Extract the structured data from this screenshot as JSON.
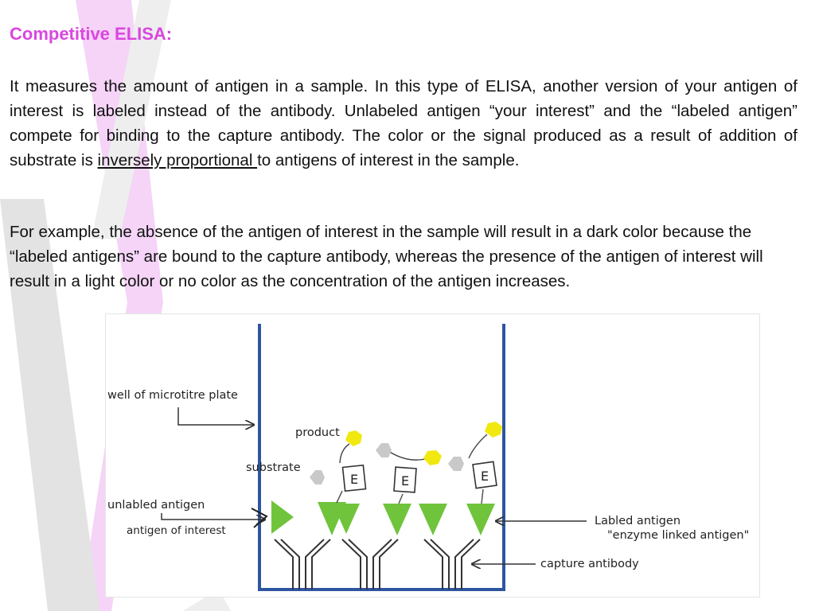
{
  "title": "Competitive ELISA:",
  "colors": {
    "title": "#d946e0",
    "stripe_pink": "#f5d4f7",
    "stripe_gray": "#e3e3e3",
    "well": "#2e55a0",
    "antigen": "#6fc43b",
    "product": "#f1e80f",
    "substrate": "#c9c9c9"
  },
  "paragraph1": {
    "before": "It measures the amount of antigen in a sample.  In this type of ELISA, another version of your antigen of interest is labeled instead of the antibody. Unlabeled antigen “your interest” and the “labeled antigen” compete for binding to the capture antibody. The color or the signal produced as a result of addition of substrate is ",
    "underlined": "inversely proportional ",
    "after": "to antigens of interest in the sample."
  },
  "paragraph2": "For example, the absence of the antigen of interest in the sample will result in a dark color because the “labeled antigens” are bound to the capture antibody, whereas the presence of the antigen of interest will result in a light color or no color as the concentration of the antigen increases.",
  "diagram": {
    "labels": {
      "well": "well of  microtitre plate",
      "product": "product",
      "substrate": "substrate",
      "unlabeled": "unlabled antigen",
      "interest": "antigen of interest",
      "labeled_1": "Labled antigen",
      "labeled_2": "\"enzyme linked antigen\"",
      "capture": "capture antibody"
    },
    "enzyme_letter": "E"
  }
}
